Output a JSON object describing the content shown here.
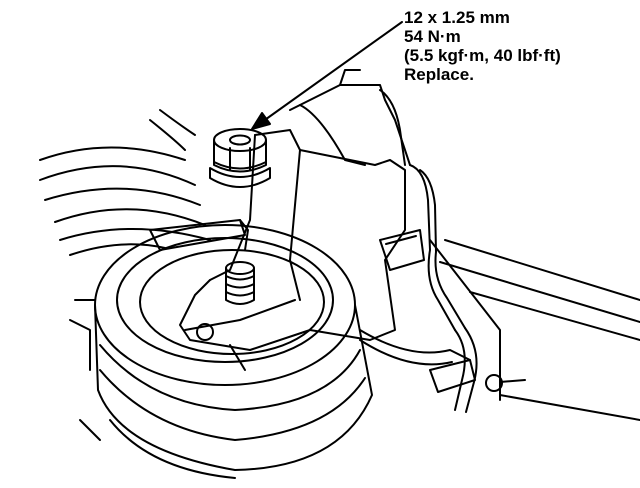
{
  "callout": {
    "size": "12 x 1.25 mm",
    "torque_nm": "54 N·m",
    "torque_alt": "(5.5 kgf·m, 40 lbf·ft)",
    "note": "Replace."
  },
  "colors": {
    "ink": "#000000",
    "paper": "#ffffff"
  }
}
